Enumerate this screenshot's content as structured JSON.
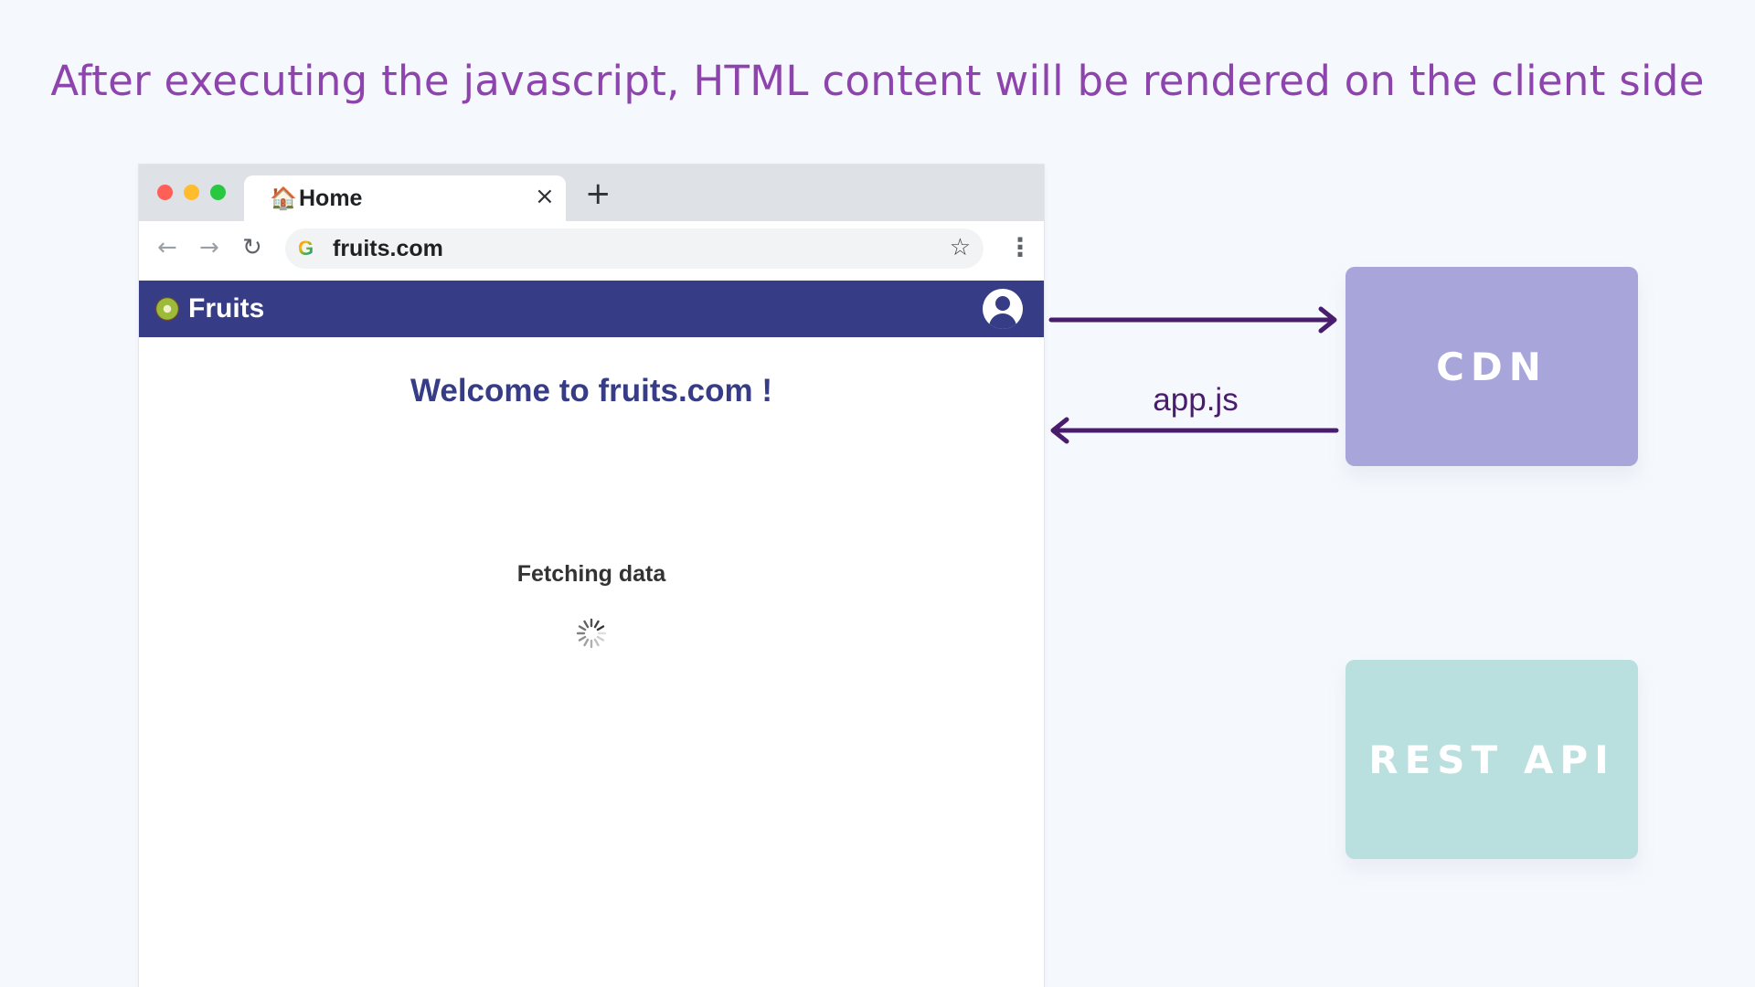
{
  "slide": {
    "title": "After executing the javascript, HTML content will be rendered on the client side"
  },
  "browser": {
    "tab": {
      "icon": "house-emoji",
      "icon_glyph": "🏠",
      "title": "Home",
      "close": "×"
    },
    "new_tab": "+",
    "toolbar": {
      "back": "←",
      "forward": "→",
      "reload": "↻",
      "menu": "⋮",
      "star": "☆"
    },
    "address": {
      "favicon": "G",
      "url": "fruits.com"
    }
  },
  "app": {
    "brand": "Fruits",
    "welcome": "Welcome to fruits.com !",
    "status": "Fetching data"
  },
  "diagram": {
    "cdn_label": "CDN",
    "rest_label": "REST API",
    "response_label": "app.js",
    "colors": {
      "headline": "#8e44ad",
      "appbar": "#363c85",
      "cdn": "#a7a5da",
      "rest": "#b9dfde",
      "arrow": "#4a1c6e"
    }
  }
}
